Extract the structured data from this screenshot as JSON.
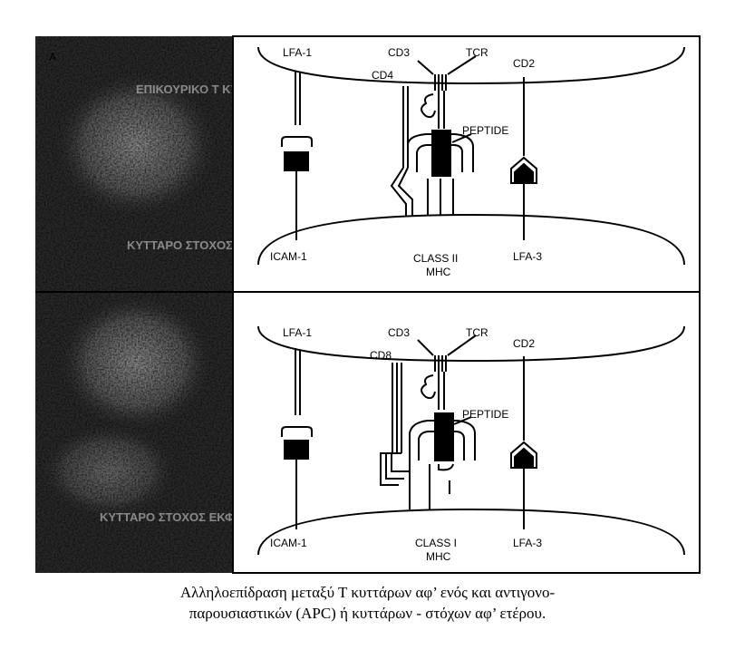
{
  "panel_letter": "A",
  "side_fragments": [
    "ΕΠΙΚΟΥΡΙΚΟ Τ ΚΥΤΤΑΡΟ",
    "ΚΥΤΤΑΡΟ ΣΤΟΧΟΣ ΕΚΦΡΑΖΕΙ ΤΑΞΗΣ ΙΙ ΜΗC",
    "ΚΥΤΤΑΡΟ ΣΤΟΧΟΣ ΕΚΦΡΑΖΕΙ ΤΑΞΗΣ Ι ΜΗC"
  ],
  "top_panel": {
    "lfa1": "LFA-1",
    "cd3": "CD3",
    "tcr": "TCR",
    "coreceptor": "CD4",
    "cd2": "CD2",
    "peptide": "PEPTIDE",
    "icam1": "ICAM-1",
    "mhc_class": "CLASS II",
    "mhc": "MHC",
    "lfa3": "LFA-3"
  },
  "bottom_panel": {
    "lfa1": "LFA-1",
    "cd3": "CD3",
    "tcr": "TCR",
    "coreceptor": "CD8",
    "cd2": "CD2",
    "peptide": "PEPTIDE",
    "icam1": "ICAM-1",
    "mhc_class": "CLASS I",
    "mhc": "MHC",
    "lfa3": "LFA-3"
  },
  "caption": {
    "line1": "Αλληλοεπίδραση μεταξύ Τ κυττάρων αφ’ ενός και αντιγονο-",
    "line2": "παρουσιαστικών (APC) ή κυττάρων - στόχων αφ’ ετέρου."
  }
}
